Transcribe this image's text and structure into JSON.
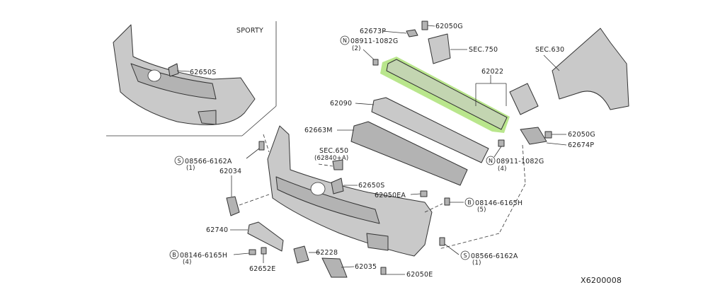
{
  "diagram_id": "X6200008",
  "inset_label": "SPORTY",
  "highlight_color": "#a7e06f",
  "labels": {
    "p62673P": "62673P",
    "p62050G_top": "62050G",
    "p08911_top": "08911-1082G",
    "p08911_top_qty": "(2)",
    "sec750": "SEC.750",
    "sec630": "SEC.630",
    "p62022": "62022",
    "p62650S_inset": "62650S",
    "p62090": "62090",
    "p62663M": "62663M",
    "sec650": "SEC.650",
    "sec650_sub": "(62840+A)",
    "p62050G_right": "62050G",
    "p62674P": "62674P",
    "p08911_right": "08911-1082G",
    "p08911_right_qty": "(4)",
    "p08566_top": "08566-6162A",
    "p08566_top_qty": "(1)",
    "p62034": "62034",
    "p62650S_main": "62650S",
    "p62050EA": "62050EA",
    "p08146_right": "08146-6165H",
    "p08146_right_qty": "(5)",
    "p62740": "62740",
    "p62228": "62228",
    "p08146_left": "08146-6165H",
    "p08146_left_qty": "(4)",
    "p62652E": "62652E",
    "p62035": "62035",
    "p62050E": "62050E",
    "p08566_bottom": "08566-6162A",
    "p08566_bottom_qty": "(1)"
  },
  "prefix": {
    "N": "N",
    "S": "S",
    "B": "B"
  }
}
